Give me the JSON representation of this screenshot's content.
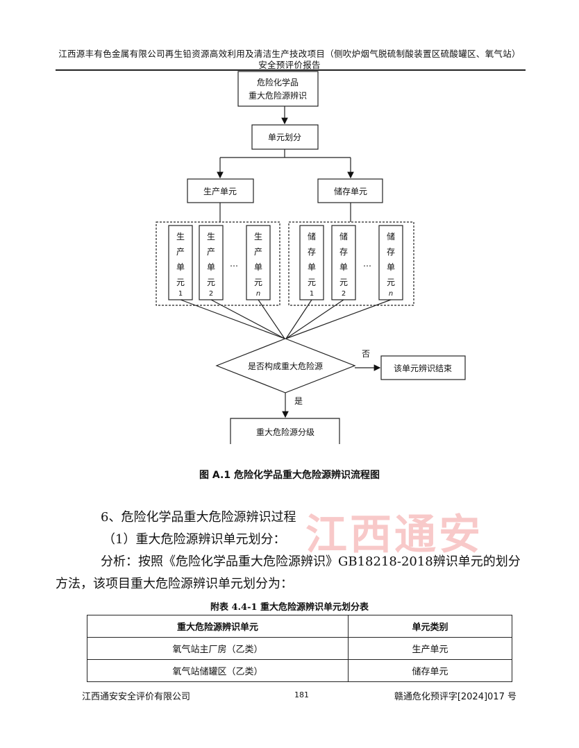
{
  "header": {
    "line1": "江西源丰有色金属有限公司再生铅资源高效利用及清洁生产技改项目（侧吹炉烟气脱硫制酸装置区硫酸罐区、氧气站）",
    "line2": "安全预评价报告"
  },
  "flowchart": {
    "start": [
      "危险化学品",
      "重大危险源辨识"
    ],
    "divide": "单元划分",
    "production": "生产单元",
    "storage": "储存单元",
    "prod_units": [
      [
        "生",
        "产",
        "单",
        "元",
        "1"
      ],
      [
        "生",
        "产",
        "单",
        "元",
        "2"
      ],
      [
        "生",
        "产",
        "单",
        "元",
        "n"
      ]
    ],
    "stor_units": [
      [
        "储",
        "存",
        "单",
        "元",
        "1"
      ],
      [
        "储",
        "存",
        "单",
        "元",
        "2"
      ],
      [
        "储",
        "存",
        "单",
        "元",
        "n"
      ]
    ],
    "ellipsis": "…",
    "decision": "是否构成重大危险源",
    "no": "否",
    "yes": "是",
    "end": "该单元辨识结束",
    "grade": "重大危险源分级"
  },
  "caption": "图 A.1   危险化学品重大危险源辨识流程图",
  "section": {
    "heading": "6、危险化学品重大危险源辨识过程",
    "sub": "（1）重大危险源辨识单元划分：",
    "para1": "分析：按照《危险化学品重大危险源辨识》GB18218-2018辨识单元的划分",
    "para2": "方法，该项目重大危险源辨识单元划分为："
  },
  "table": {
    "title": "附表 4.4-1    重大危险源辨识单元划分表",
    "headers": [
      "重大危险源辨识单元",
      "单元类别"
    ],
    "rows": [
      [
        "氧气站主厂房（乙类）",
        "生产单元"
      ],
      [
        "氧气站储罐区（乙类）",
        "储存单元"
      ]
    ]
  },
  "footer": {
    "company": "江西通安安全评价有限公司",
    "page": "181",
    "code": "赣通危化预评字[2024]017 号"
  },
  "watermark": "江西通安"
}
